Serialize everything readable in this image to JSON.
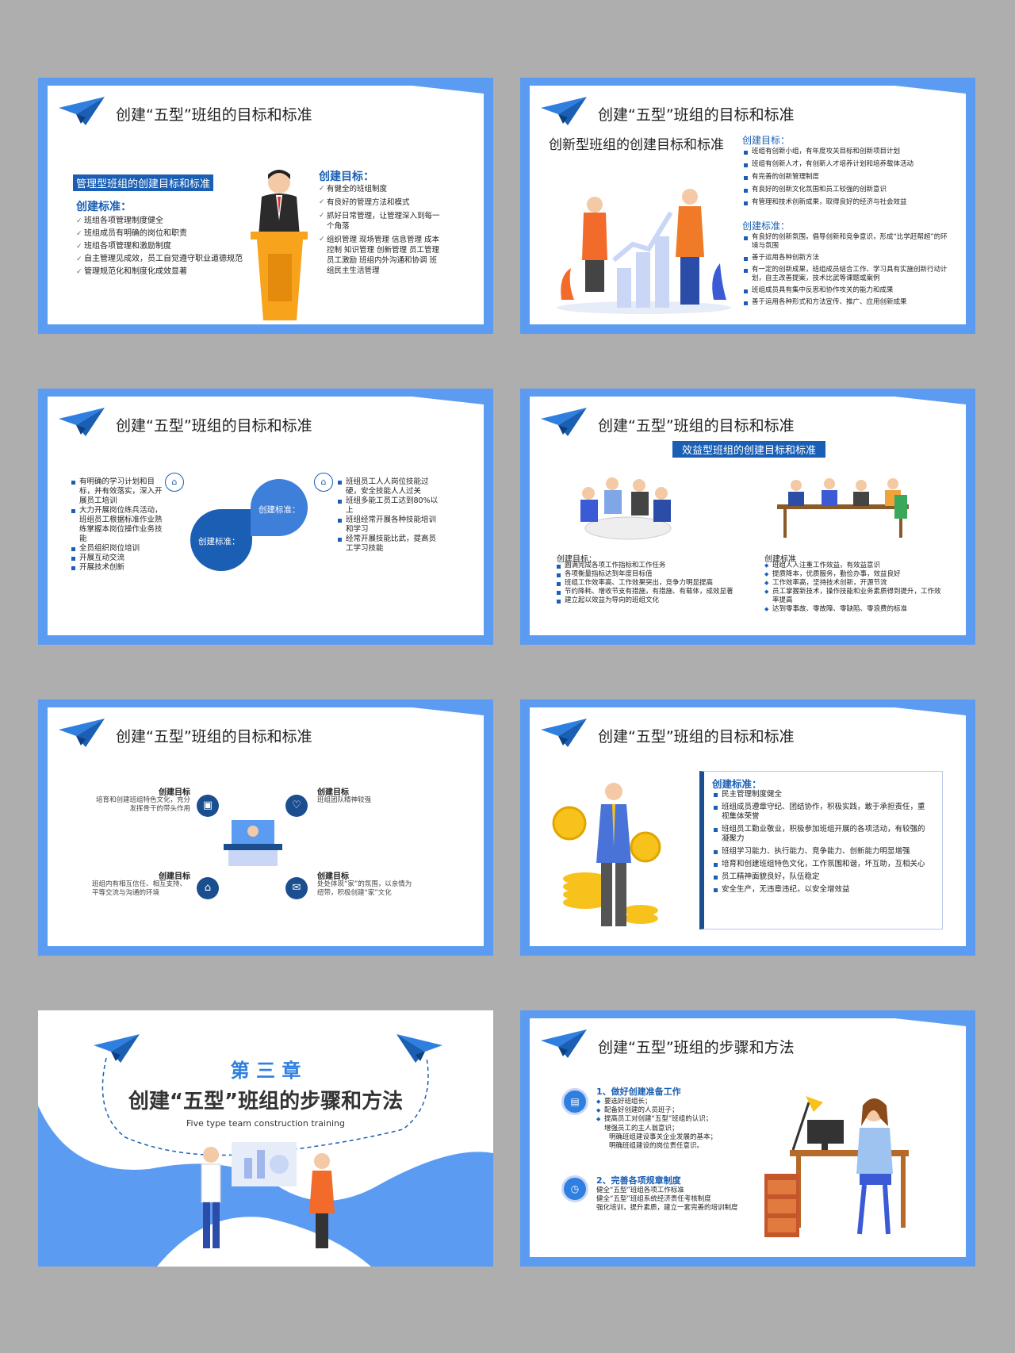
{
  "header_title": "创建“五型”班组的目标和标准",
  "header_title_steps": "创建“五型”班组的步骤和方法",
  "colors": {
    "accent": "#1a5fb4",
    "frame": "#5b9cf2",
    "background": "#aeaeae"
  },
  "icons": [
    "paper-plane-icon",
    "house-icon",
    "briefcase-icon",
    "heart-icon",
    "graduation-cap-icon",
    "envelope-icon",
    "calendar-icon",
    "clock-icon"
  ],
  "s1": {
    "banner": "管理型班组的创建目标和标准",
    "std_head": "创建标准：",
    "std_items": [
      "班组各项管理制度健全",
      "班组成员有明确的岗位和职责",
      "班组各项管理和激励制度",
      "自主管理见成效，员工自觉遵守职业道德规范",
      "管理规范化和制度化成效显著"
    ],
    "goal_head": "创建目标：",
    "goal_items": [
      "有健全的班组制度",
      "有良好的管理方法和模式",
      "抓好日常管理，让管理深入到每一个角落",
      "组织管理 现场管理 信息管理 成本控制 知识管理 创新管理 员工管理 员工激励 班组内外沟通和协调 班组民主生活管理"
    ]
  },
  "s2": {
    "subtitle": "创新型班组的创建目标和标准",
    "goal_head": "创建目标：",
    "goal_items": [
      "班组有创新小组，有年度攻关目标和创新项目计划",
      "班组有创新人才，有创新人才培养计划和培养载体活动",
      "有完善的创新管理制度",
      "有良好的创新文化氛围和员工较强的创新意识",
      "有管理和技术创新成果，取得良好的经济与社会效益"
    ],
    "std_head": "创建标准：",
    "std_items": [
      "有良好的创新氛围，倡导创新和竞争意识，形成“比学赶帮超”的环境与氛围",
      "善于运用各种创新方法",
      "有一定的创新成果，班组成员结合工作、学习具有实施创新行动计划，自主改善提案，技术比武等课题或案例",
      "班组成员具有集中反思和协作攻关的能力和成果",
      "善于运用各种形式和方法宣传、推广、应用创新成果"
    ]
  },
  "s3": {
    "left_items": [
      "有明确的学习计划和目标，并有效落实，深入开展员工培训",
      "大力开展岗位练兵活动，班组员工根据标准作业熟练掌握本岗位操作业务技能",
      "全员组织岗位培训",
      "开展互动交流",
      "开展技术创新"
    ],
    "bubble_left": "创建标准：",
    "bubble_right": "创建标准：",
    "right_items": [
      "班组员工人人岗位技能过硬，安全技能人人过关",
      "班组多能工员工达到80%以上",
      "班组经常开展各种技能培训和学习",
      "经常开展技能比武，提高员工学习技能"
    ]
  },
  "s4": {
    "banner": "效益型班组的创建目标和标准",
    "goal_head": "创建目标：",
    "goal_items": [
      "圆满完成各项工作指标和工作任务",
      "各项衡量指标达到年度目标值",
      "班组工作效率高、工作效果突出，竞争力明显提高",
      "节约降耗、增收节支有措施，有措施、有载体，成效显著",
      "建立起以效益为导向的班组文化"
    ],
    "std_head": "创建标准",
    "std_items": [
      "班组人人注重工作效益，有效益意识",
      "提质降本，优质服务，勤俭办事，效益良好",
      "工作效率高，坚持技术创新，开源节流",
      "员工掌握新技术，操作技能和业务素质得到提升，工作效率提高",
      "达到零事故、零故障、零缺陷、零浪费的标准"
    ]
  },
  "s5": {
    "q1_title": "创建目标",
    "q1_text": "培育和创建班组特色文化，充分发挥骨干的带头作用",
    "q2_title": "创建目标",
    "q2_text": "班组团队精神较强",
    "q3_title": "创建目标",
    "q3_text": "班组内有相互信任、相互支持、平等交流与沟通的环境",
    "q4_title": "创建目标",
    "q4_text": "处处体现“家”的氛围，以亲情为纽带，积极创建“家”文化"
  },
  "s6": {
    "std_head": "创建标准：",
    "std_items": [
      "民主管理制度健全",
      "班组成员遵章守纪、团结协作，积极实践，敢于承担责任，重视集体荣誉",
      "班组员工勤业敬业，积极参加班组开展的各项活动，有较强的凝聚力",
      "班组学习能力、执行能力、竞争能力、创新能力明显增强",
      "培育和创建班组特色文化，工作氛围和谐，坏互助，互相关心",
      "员工精神面貌良好，队伍稳定",
      "安全生产，无违章违纪，以安全增效益"
    ]
  },
  "s7": {
    "chapter": "第 三 章",
    "title": "创建“五型”班组的步骤和方法",
    "subtitle": "Five type team construction training"
  },
  "s8": {
    "h1": "1、做好创建准备工作",
    "items1": [
      "要选好班组长；",
      "配备好创建的人员班子；",
      "提高员工对创建“五型”班组的认识；"
    ],
    "sub1": [
      "增强员工的主人翁意识；",
      "明确班组建设事关企业发展的基本；",
      "明确班组建设的岗位责任意识。"
    ],
    "h2": "2、完善各项规章制度",
    "sub2": [
      "健全“五型”班组各项工作标准",
      "健全“五型”班组系统经济责任考核制度",
      "强化培训，提升素质，建立一套完善的培训制度"
    ]
  }
}
